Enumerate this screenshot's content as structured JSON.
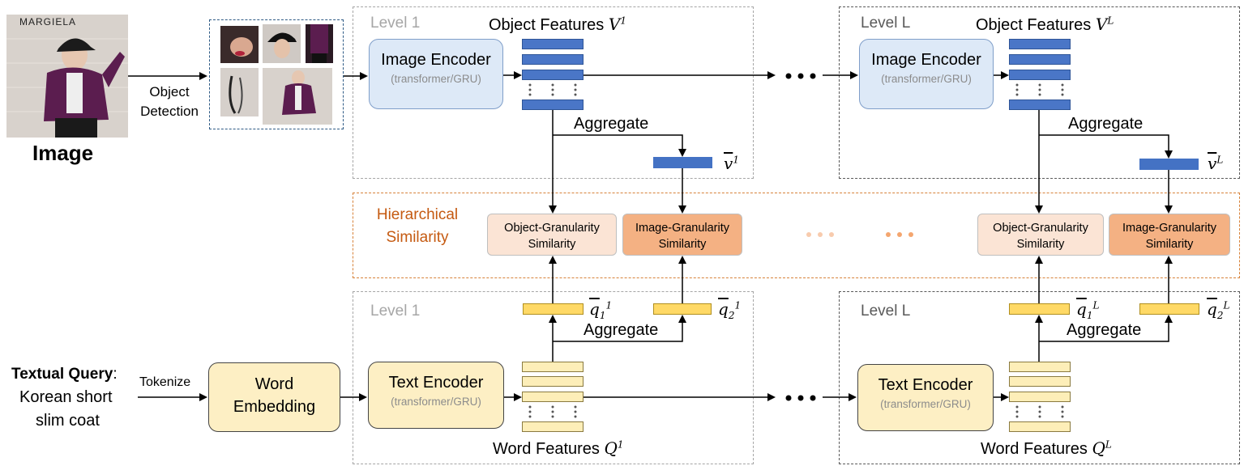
{
  "image_panel": {
    "caption": "Image",
    "brand_text": "MARGIELA"
  },
  "object_detection_label": "Object Detection",
  "image_levels": [
    {
      "level_label": "Level 1",
      "object_features": "Object Features",
      "feat_symbol": "V",
      "feat_sup": "1",
      "agg_symbol": "v",
      "agg_sup": "1"
    },
    {
      "level_label": "Level L",
      "object_features": "Object Features",
      "feat_symbol": "V",
      "feat_sup": "L",
      "agg_symbol": "v",
      "agg_sup": "L"
    }
  ],
  "image_encoder": {
    "title": "Image Encoder",
    "subtitle": "(transformer/GRU)"
  },
  "text_encoder": {
    "title": "Text Encoder",
    "subtitle": "(transformer/GRU)"
  },
  "aggregate_label": "Aggregate",
  "hierarchical_similarity": "Hierarchical Similarity",
  "object_similarity": "Object-Granularity Similarity",
  "image_similarity": "Image-Granularity Similarity",
  "text_levels": [
    {
      "level_label": "Level 1",
      "word_features": "Word Features",
      "feat_symbol": "Q",
      "feat_sup": "1",
      "q1_sup": "1",
      "q2_sup": "1"
    },
    {
      "level_label": "Level L",
      "word_features": "Word Features",
      "feat_symbol": "Q",
      "feat_sup": "L",
      "q1_sup": "L",
      "q2_sup": "L"
    }
  ],
  "textual_query": {
    "label": "Textual Query",
    "colon": ":",
    "line1": "Korean short",
    "line2": "slim coat"
  },
  "tokenize_label": "Tokenize",
  "word_embedding": {
    "line1": "Word",
    "line2": "Embedding"
  },
  "q_symbol": "q",
  "q1_sub": "1",
  "q2_sub": "2",
  "ellipsis": "...",
  "colors": {
    "level1_border": "#a6a6a6",
    "levelL_border": "#595959",
    "similarity_border": "#d7823a",
    "similarity_title": "#c55a11",
    "object_feature": "#4472c4",
    "word_feature": "#ffd966",
    "object_sim": "#fbe4d5",
    "image_sim": "#f4b183"
  }
}
